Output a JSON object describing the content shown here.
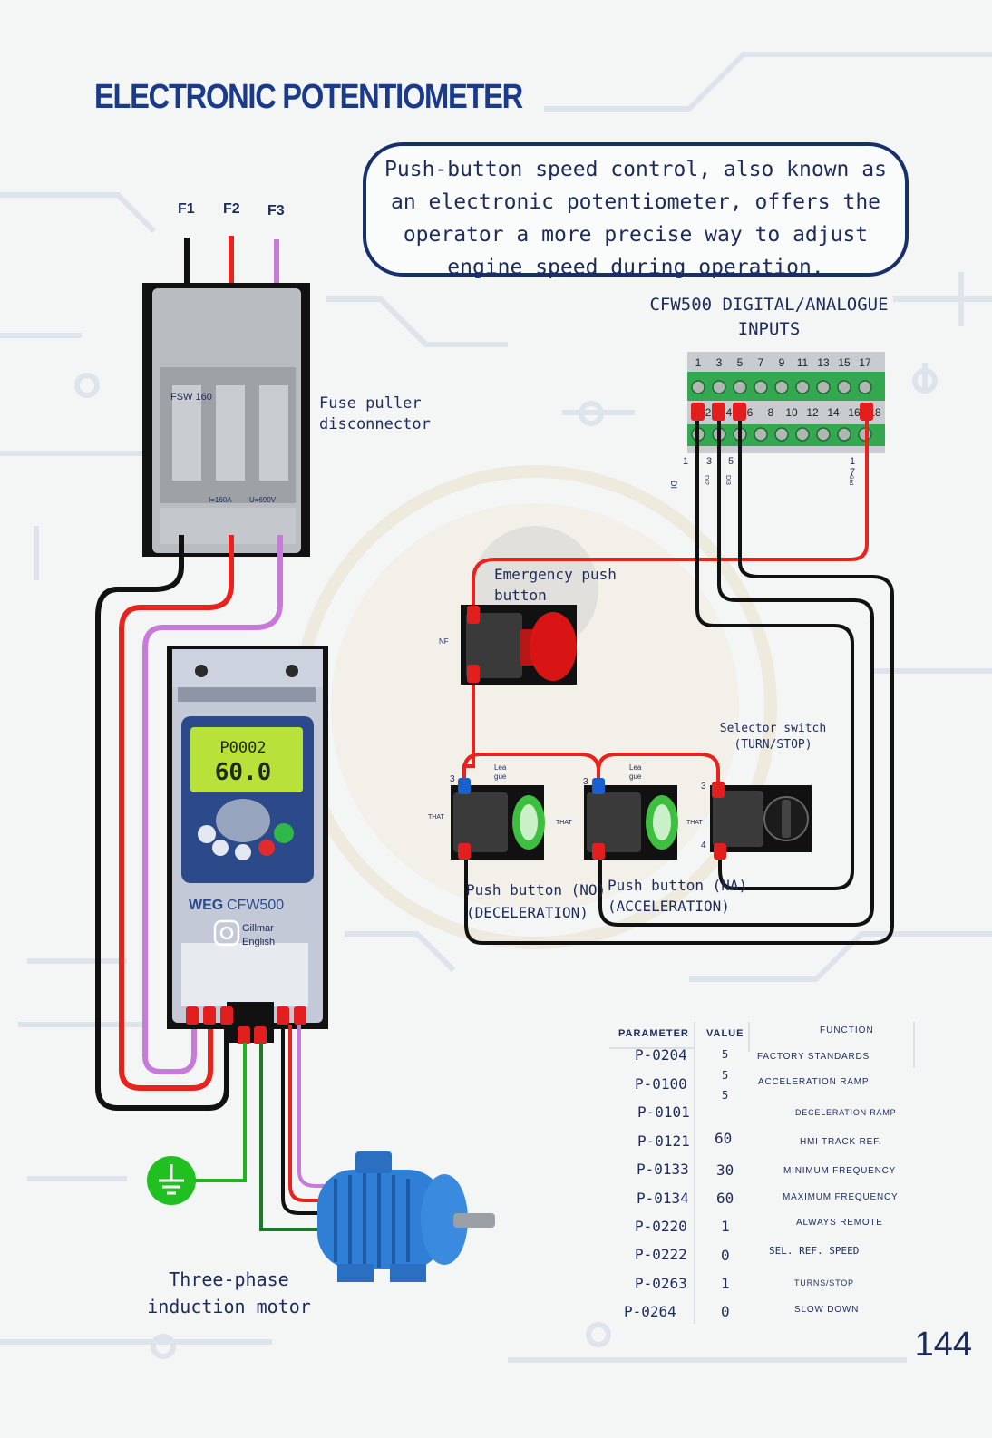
{
  "title": "ELECTRONIC POTENTIOMETER",
  "callout_text": "Push-button speed control, also known as an electronic potentiometer, offers the operator a more precise way to adjust engine speed during operation.",
  "phases": [
    "F1",
    "F2",
    "F3"
  ],
  "labels": {
    "fuse_line1": "Fuse puller",
    "fuse_line2": "disconnector",
    "inputs_line1": "CFW500 DIGITAL/ANALOGUE",
    "inputs_line2": "INPUTS",
    "emergency_line1": "Emergency push",
    "emergency_line2": "button",
    "selector_line1": "Selector switch",
    "selector_line2": "(TURN/STOP)",
    "pb_dec_line1": "Push button (NO)",
    "pb_dec_line2": "(DECELERATION)",
    "pb_acc_line1": "Push button (NA)",
    "pb_acc_line2": "(ACCELERATION)",
    "motor_line1": "Three-phase",
    "motor_line2": "induction motor",
    "nf": "NF",
    "lea1": "Lea",
    "gue1": "gue",
    "lea2": "Lea",
    "gue2": "gue",
    "that1": "THAT",
    "that2": "THAT",
    "that3": "THAT",
    "n3a": "3",
    "n3b": "3",
    "n3c": "3",
    "n4": "4",
    "term_1": "1",
    "term_3": "3",
    "term_5": "5",
    "term_17a": "1",
    "term_17b": "7",
    "di1": "DI",
    "di2": "DI2",
    "di3": "DI3",
    "gnd": "Gnd"
  },
  "terminal_block": {
    "top_numbers": [
      "1",
      "3",
      "5",
      "7",
      "9",
      "11",
      "13",
      "15",
      "17"
    ],
    "bottom_numbers": [
      "2",
      "4",
      "6",
      "8",
      "10",
      "12",
      "14",
      "16",
      "18"
    ]
  },
  "device": {
    "fuse_model": "FSW 160",
    "fuse_rating_a": "I=160A",
    "fuse_rating_v": "U=690V",
    "vfd_brand": "WEG",
    "vfd_model": "CFW500",
    "lcd_param": "P0002",
    "lcd_value": "60.0",
    "watermark_line1": "Gillmar",
    "watermark_line2": "English"
  },
  "params_table": {
    "headers": {
      "parameter": "PARAMETER",
      "value": "VALUE",
      "function": "FUNCTION"
    },
    "rows": [
      {
        "param": "P-0204",
        "value": "5",
        "function": "FACTORY STANDARDS"
      },
      {
        "param": "P-0100",
        "value": "5",
        "function": "ACCELERATION RAMP"
      },
      {
        "param": "P-0101",
        "value": "5",
        "function": "DECELERATION RAMP"
      },
      {
        "param": "P-0121",
        "value": "60",
        "function": "HMI TRACK REF."
      },
      {
        "param": "P-0133",
        "value": "30",
        "function": "MINIMUM FREQUENCY"
      },
      {
        "param": "P-0134",
        "value": "60",
        "function": "MAXIMUM FREQUENCY"
      },
      {
        "param": "P-0220",
        "value": "1",
        "function": "ALWAYS REMOTE"
      },
      {
        "param": "P-0222",
        "value": "0",
        "function": "SEL. REF. SPEED"
      },
      {
        "param": "P-0263",
        "value": "1",
        "function": "TURNS/STOP"
      },
      {
        "param": "P-0264",
        "value": "0",
        "function": "SLOW DOWN"
      }
    ]
  },
  "page_number": "144",
  "colors": {
    "title": "#1a3a8c",
    "text": "#1c2b5a",
    "wire_black": "#111111",
    "wire_red": "#e8231d",
    "wire_purple": "#c77ad9",
    "wire_green": "#1db41d",
    "connector_red": "#e21f1f",
    "button_green": "#3fbf3f",
    "emergency_red": "#d91414",
    "motor_blue": "#2f7fd6"
  }
}
